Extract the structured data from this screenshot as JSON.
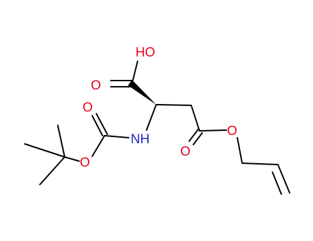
{
  "molecule": {
    "atoms": [
      {
        "id": "hydroxyl_oxygen",
        "label": "HO",
        "color": "#e8001c"
      },
      {
        "id": "acid_carbonyl_oxygen",
        "label": "O",
        "color": "#e8001c"
      },
      {
        "id": "boc_carbonyl_oxygen",
        "label": "O",
        "color": "#e8001c"
      },
      {
        "id": "amide_nitrogen",
        "label": "NH",
        "color": "#2121c9"
      },
      {
        "id": "boc_ether_oxygen",
        "label": "O",
        "color": "#e8001c"
      },
      {
        "id": "ester_carbonyl_oxygen",
        "label": "O",
        "color": "#e8001c"
      },
      {
        "id": "ester_ether_oxygen",
        "label": "O",
        "color": "#e8001c"
      }
    ],
    "bond_color": "#000000"
  }
}
